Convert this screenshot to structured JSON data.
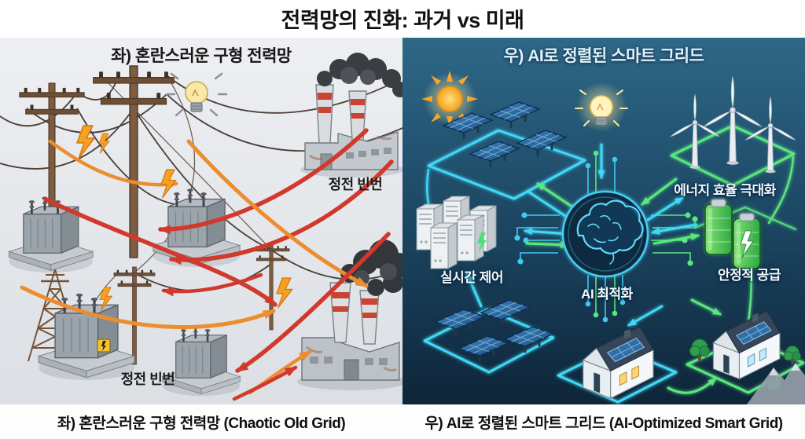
{
  "title": "전력망의 진화: 과거 vs 미래",
  "left_panel": {
    "header": "좌) 혼란스러운 구형 전력망",
    "labels": {
      "blackout_top": "정전 빈번",
      "blackout_bottom": "정전 빈번"
    },
    "elements": [
      "utility-poles",
      "tangled-power-lines",
      "overload-arrows",
      "lightning-bolts",
      "incandescent-bulb",
      "smoking-factories",
      "transformers",
      "lattice-tower"
    ],
    "colors": {
      "background": "#e7eaee",
      "arrow_red": "#d0392b",
      "arrow_orange": "#ec8d2f",
      "pole_brown": "#7d5c41",
      "smoke_dark": "#3a3e43"
    }
  },
  "right_panel": {
    "header": "우) AI로 정렬된 스마트 그리드",
    "labels": {
      "efficiency": "에너지 효율 극대화",
      "realtime": "실시간 제어",
      "ai": "AI 최적화",
      "supply": "안정적 공급"
    },
    "elements": [
      "sun",
      "solar-panel-arrays",
      "glowing-bulb",
      "wind-turbines",
      "server-racks",
      "ai-brain-hub",
      "circuit-traces",
      "green-batteries",
      "smart-houses",
      "trees",
      "mountain"
    ],
    "colors": {
      "background_top": "#2e6887",
      "background_bottom": "#0e2539",
      "neon_cyan": "#41d9f7",
      "neon_green": "#5ae87d",
      "bulb_glow": "#ffe9a0"
    }
  },
  "captions": {
    "left": "좌) 혼란스러운 구형 전력망 (Chaotic Old Grid)",
    "right": "우) AI로 정렬된 스마트 그리드 (AI-Optimized Smart Grid)"
  }
}
